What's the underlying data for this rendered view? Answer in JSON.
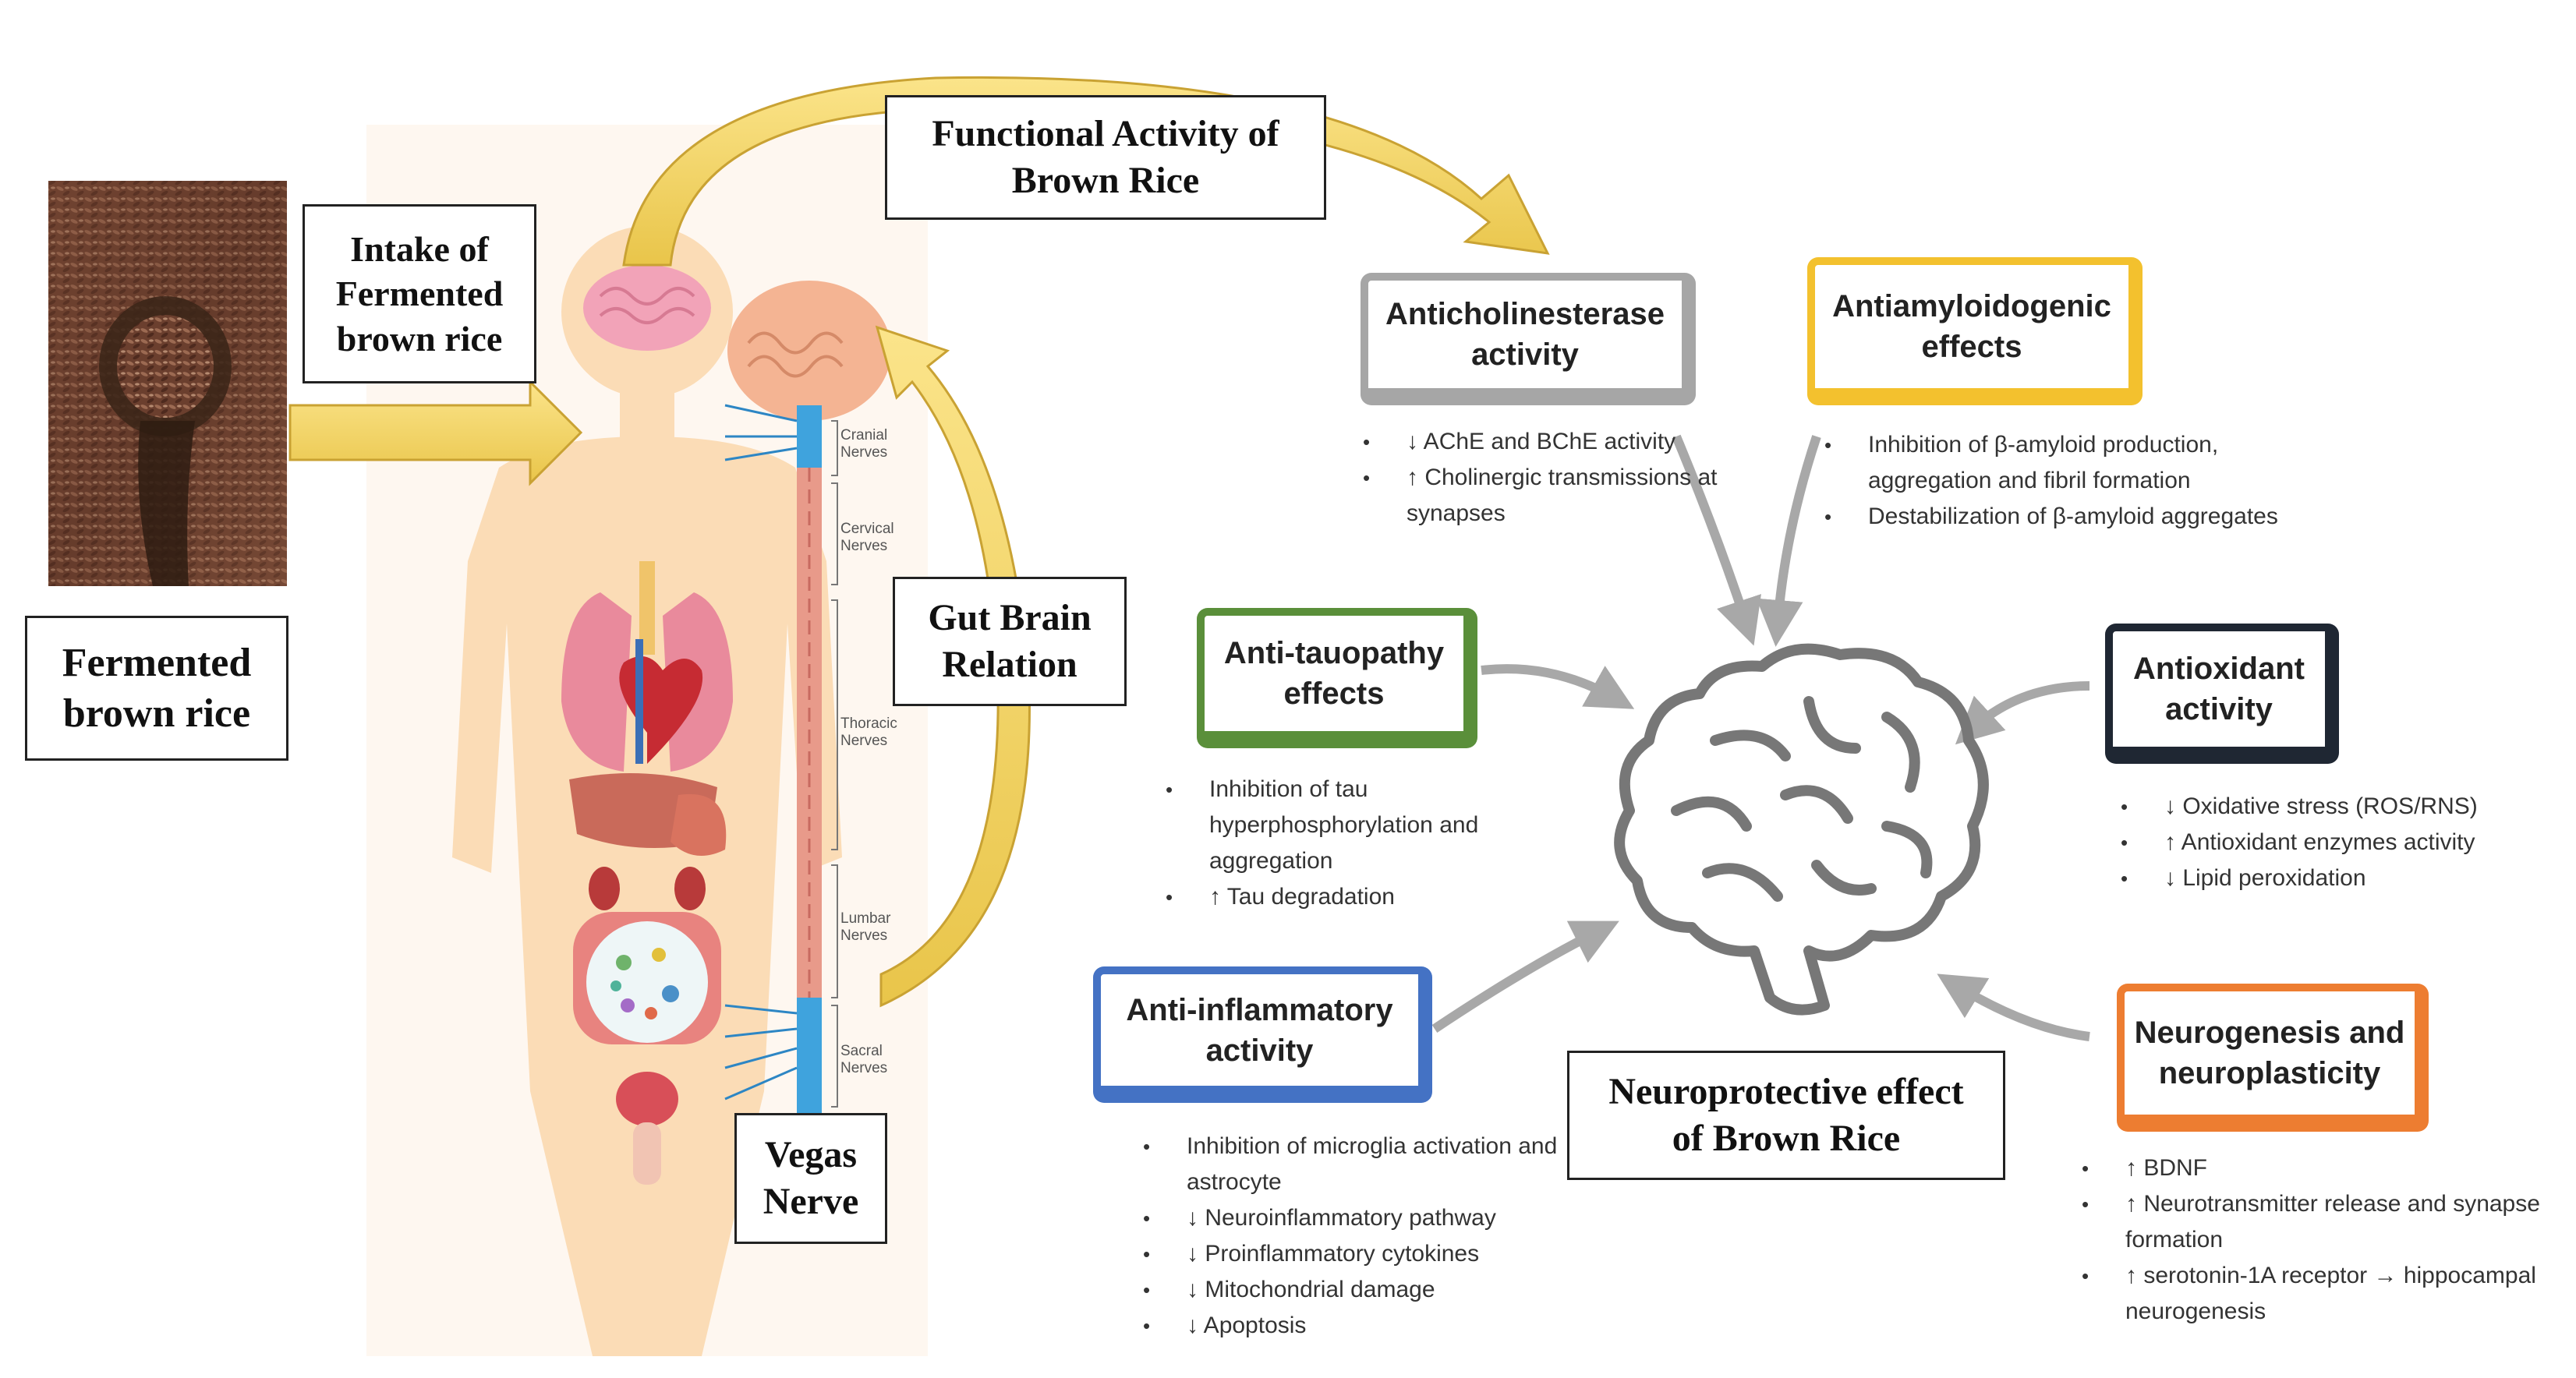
{
  "left": {
    "photo_box": "Fermented\nbrown rice",
    "intake_box": "Intake of\nFermented\nbrown rice",
    "functional_box": "Functional Activity of\nBrown Rice",
    "gut_brain_box": "Gut Brain\nRelation",
    "vagus_box": "Vegas\nNerve",
    "nerves": [
      "Cranial\nNerves",
      "Cervical\nNerves",
      "Thoracic\nNerves",
      "Lumbar\nNerves",
      "Sacral\nNerves"
    ]
  },
  "center_box": "Neuroprotective effect\nof Brown Rice",
  "effects": [
    {
      "title": "Anticholinesterase\nactivity",
      "color": "#a6a6a6",
      "bullets": [
        "↓ AChE and BChE activity",
        "↑ Cholinergic transmissions at synapses"
      ]
    },
    {
      "title": "Antiamyloidogenic\neffects",
      "color": "#f3c12e",
      "bullets": [
        "Inhibition of β-amyloid production, aggregation and fibril formation",
        "Destabilization of β-amyloid aggregates"
      ]
    },
    {
      "title": "Anti-tauopathy\neffects",
      "color": "#5a8f3a",
      "bullets": [
        "Inhibition of tau hyperphosphorylation and aggregation",
        "↑ Tau degradation"
      ]
    },
    {
      "title": "Antioxidant\nactivity",
      "color": "#1f2733",
      "bullets": [
        "↓ Oxidative stress (ROS/RNS)",
        "↑ Antioxidant enzymes activity",
        "↓ Lipid peroxidation"
      ]
    },
    {
      "title": "Anti-inflammatory\nactivity",
      "color": "#4472c4",
      "bullets": [
        "Inhibition of microglia activation and astrocyte",
        "↓ Neuroinflammatory pathway",
        "↓ Proinflammatory cytokines",
        "↓ Mitochondrial damage",
        "↓ Apoptosis"
      ]
    },
    {
      "title": "Neurogenesis and\nneuroplasticity",
      "color": "#ed7d31",
      "bullets": [
        "↑ BDNF",
        "↑ Neurotransmitter release and synapse formation",
        "↑ serotonin-1A receptor → hippocampal neurogenesis"
      ]
    }
  ]
}
